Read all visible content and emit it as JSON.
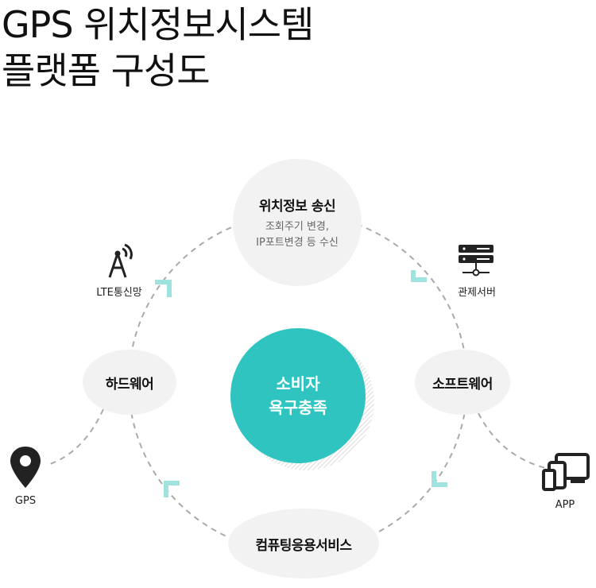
{
  "title": {
    "line1": "GPS 위치정보시스템",
    "line2": "플랫폼 구성도"
  },
  "center": {
    "line1": "소비자",
    "line2": "욕구충족"
  },
  "nodes": {
    "top": {
      "label": "위치정보 송신",
      "sub1": "조회주기 변경,",
      "sub2": "IP포트변경 등 수신"
    },
    "right": {
      "label": "소프트웨어"
    },
    "bottom": {
      "label": "컴퓨팅응용서비스"
    },
    "left": {
      "label": "하드웨어"
    }
  },
  "icons": {
    "lte": {
      "label": "LTE통신망",
      "icon": "antenna-icon"
    },
    "server": {
      "label": "관제서버",
      "icon": "server-icon"
    },
    "gps": {
      "label": "GPS",
      "icon": "map-pin-icon"
    },
    "app": {
      "label": "APP",
      "icon": "devices-icon"
    }
  },
  "colors": {
    "accent": "#30c4c0",
    "arrow": "#9ee3dd",
    "bubble": "#f2f2f2",
    "dash": "#aaaaaa"
  }
}
